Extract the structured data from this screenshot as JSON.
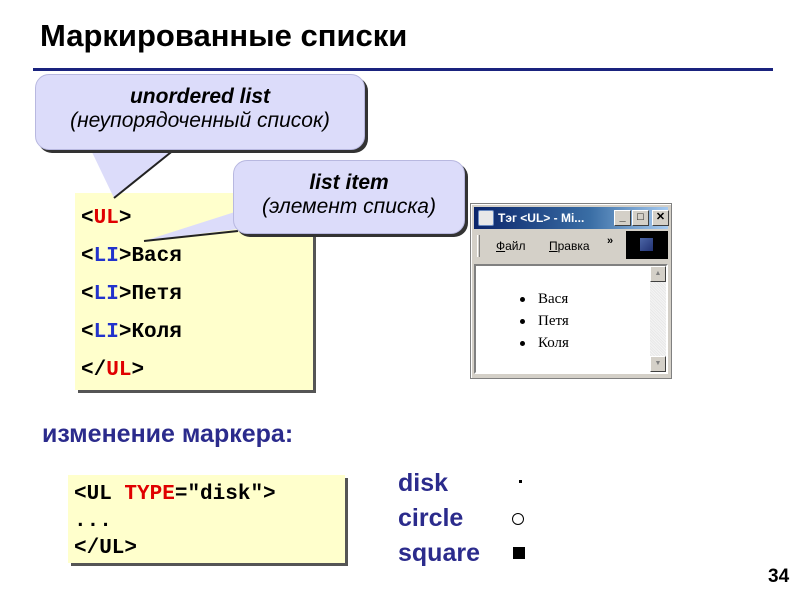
{
  "slide": {
    "title": "Маркированные списки",
    "page_number": "34"
  },
  "callouts": {
    "ul": {
      "line1": "unordered list",
      "line2": "(неупорядоченный список)"
    },
    "li": {
      "line1": "list item",
      "line2": "(элемент списка)"
    }
  },
  "code_main": {
    "lines": [
      {
        "open": "<",
        "tag": "UL",
        "close": ">",
        "text": ""
      },
      {
        "open": "<",
        "tag": "LI",
        "close": ">",
        "text": "Вася"
      },
      {
        "open": "<",
        "tag": "LI",
        "close": ">",
        "text": "Петя"
      },
      {
        "open": "<",
        "tag": "LI",
        "close": ">",
        "text": "Коля"
      },
      {
        "open": "</",
        "tag": "UL",
        "close": ">",
        "text": ""
      }
    ]
  },
  "browser": {
    "title": "Тэг <UL> - Mi...",
    "buttons": {
      "minimize": "_",
      "maximize": "□",
      "close": "✕"
    },
    "menu": {
      "file": "Файл",
      "file_accel": "Ф",
      "file_rest": "айл",
      "edit": "Правка",
      "edit_accel": "П",
      "edit_rest": "равка",
      "more": "»"
    },
    "items": [
      "Вася",
      "Петя",
      "Коля"
    ],
    "scroll_up": "▲",
    "scroll_down": "▼"
  },
  "section": {
    "label": "изменение маркера:"
  },
  "code_small": {
    "line1_a": "<UL ",
    "line1_attr": "TYPE",
    "line1_b": "=\"disk\">",
    "line2": "...",
    "line3": "</UL>"
  },
  "marker_types": [
    {
      "name": "disk",
      "icon": "small-dot"
    },
    {
      "name": "circle",
      "icon": "hollow-circle"
    },
    {
      "name": "square",
      "icon": "filled-square"
    }
  ],
  "colors": {
    "title_rule": "#1a237e",
    "label_blue": "#2b2b8c",
    "tag_red": "#e00000",
    "tag_blue": "#2233cc",
    "code_bg": "#ffffcc",
    "callout_bg": "#dcdcfa"
  }
}
